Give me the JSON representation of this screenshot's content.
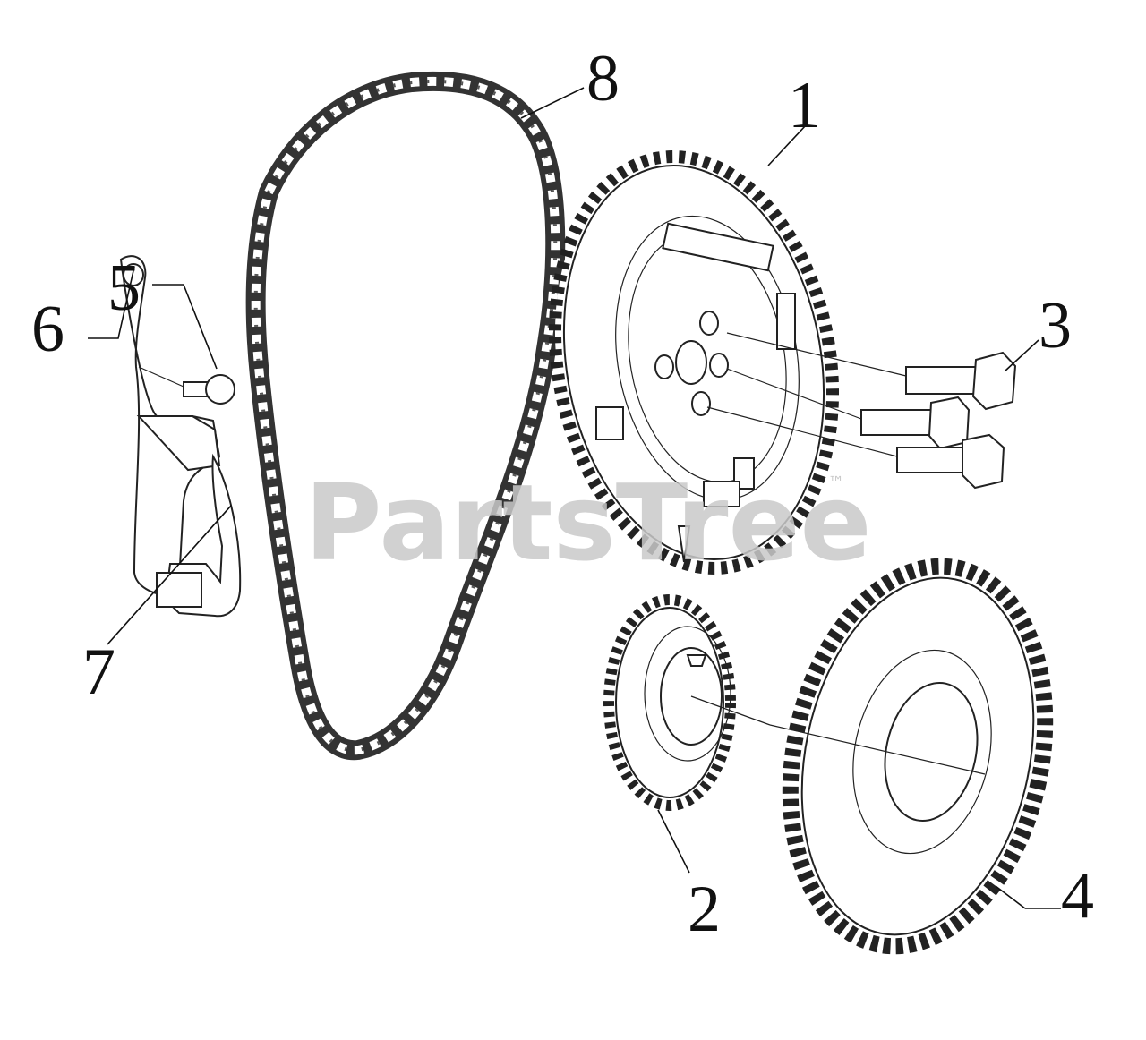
{
  "watermark": {
    "text": "PartsTree",
    "trademark": "™"
  },
  "callouts": [
    {
      "id": "1",
      "label": "1"
    },
    {
      "id": "2",
      "label": "2"
    },
    {
      "id": "3",
      "label": "3"
    },
    {
      "id": "4",
      "label": "4"
    },
    {
      "id": "5",
      "label": "5"
    },
    {
      "id": "6",
      "label": "6"
    },
    {
      "id": "7",
      "label": "7"
    },
    {
      "id": "8",
      "label": "8"
    }
  ],
  "parts": [
    {
      "callout": "1",
      "icon": "camshaft-sprocket-icon"
    },
    {
      "callout": "2",
      "icon": "crankshaft-sprocket-icon"
    },
    {
      "callout": "3",
      "icon": "bolt-icon"
    },
    {
      "callout": "4",
      "icon": "reluctor-ring-icon"
    },
    {
      "callout": "5",
      "icon": "screw-icon"
    },
    {
      "callout": "6",
      "icon": "chain-tensioner-icon"
    },
    {
      "callout": "7",
      "icon": "tensioner-spring-icon"
    },
    {
      "callout": "8",
      "icon": "timing-chain-icon"
    }
  ],
  "colors": {
    "line": "#111111",
    "watermark": "#c9c9c9",
    "background": "#ffffff"
  }
}
